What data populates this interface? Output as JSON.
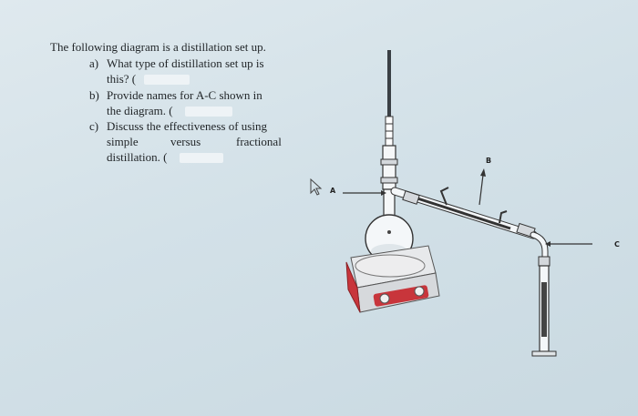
{
  "question": {
    "intro": "The following diagram is a distillation set up.",
    "a_marker": "a)",
    "a_line1": "What type of distillation set up is",
    "a_line2": "this? (",
    "b_marker": "b)",
    "b_line1": "Provide names for A-C shown in",
    "b_line2": "the diagram. (",
    "c_marker": "c)",
    "c_line1": "Discuss the effectiveness of using",
    "c_line2_w1": "simple",
    "c_line2_w2": "versus",
    "c_line2_w3": "fractional",
    "c_line3": "distillation. ("
  },
  "diagram": {
    "label_a": "A",
    "label_b": "B",
    "label_c": "C"
  },
  "colors": {
    "background": "#d8e4ea",
    "text": "#1f2326",
    "hotplate_red": "#c8353b"
  }
}
